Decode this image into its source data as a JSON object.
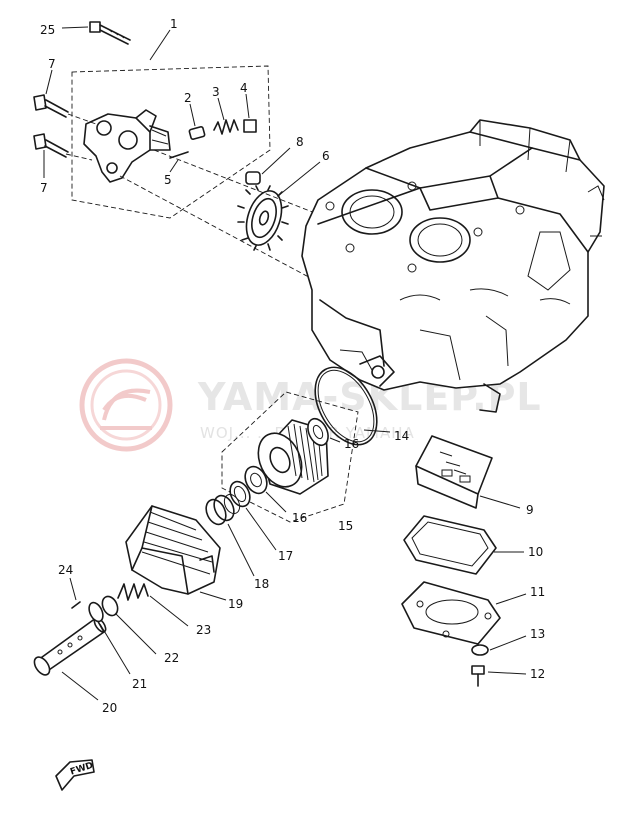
{
  "diagram": {
    "callouts": [
      "1",
      "2",
      "3",
      "4",
      "5",
      "6",
      "7",
      "7",
      "8",
      "9",
      "10",
      "11",
      "12",
      "13",
      "14",
      "15",
      "16",
      "16",
      "17",
      "18",
      "19",
      "20",
      "21",
      "22",
      "23",
      "24",
      "25"
    ]
  },
  "watermark": {
    "title": "YAMA-SKLEP.PL",
    "subtitle": "WOJ... ...DEALER YAMAHA",
    "color": "#e8a0a0"
  },
  "fwd_label": "FWD"
}
